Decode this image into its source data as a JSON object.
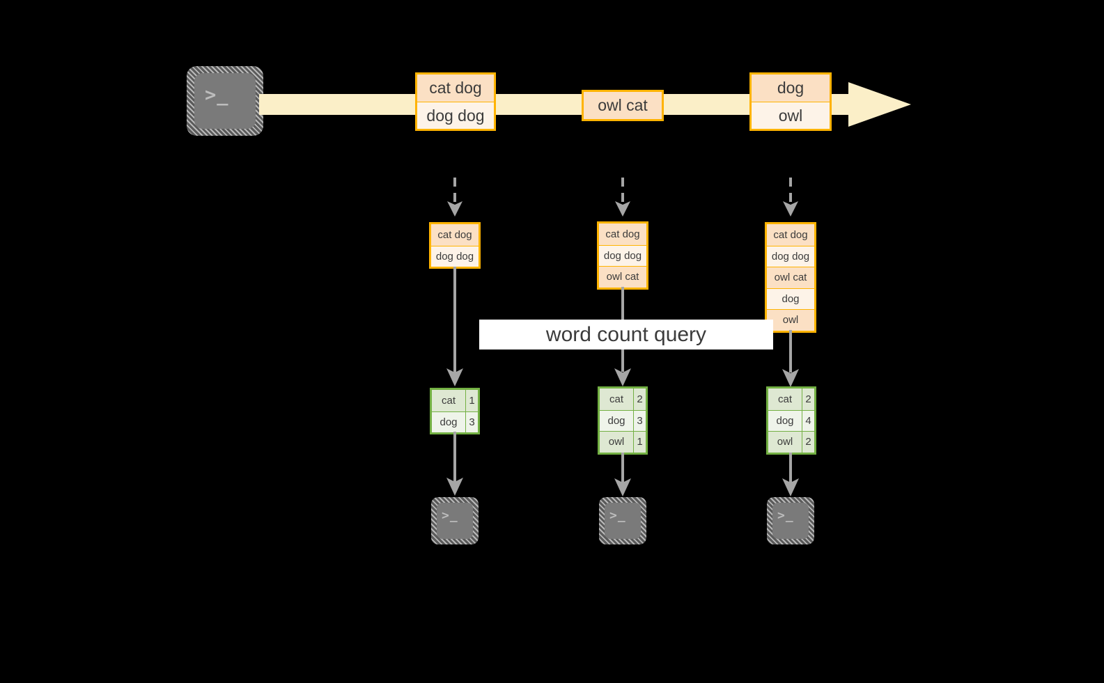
{
  "diagram": {
    "title_banner": "word count query",
    "colors": {
      "stream_arrow_fill": "#FBEFC8",
      "box_border_orange": "#FFB300",
      "box_fill_peach": "#FBE0C4",
      "box_fill_cream": "#FDF3E8",
      "table_border_green": "#73B043",
      "table_fill_dark": "#DEE8D2",
      "table_fill_light": "#EFF4EA",
      "connector_gray": "#A6A6A6",
      "terminal_body": "#7a7a7a",
      "banner_fill": "#FFFFFF",
      "background": "#000000"
    },
    "producer_terminal": {
      "icon": "terminal-icon",
      "glyph": ">_"
    },
    "stream": {
      "icon": "stream-arrow-icon",
      "batches": [
        {
          "lines": [
            "cat dog",
            "dog dog"
          ]
        },
        {
          "lines": [
            "owl cat"
          ]
        },
        {
          "lines": [
            "dog",
            "owl"
          ]
        }
      ]
    },
    "snapshots": [
      {
        "id": "snapshot-1",
        "arrow_in": "dashed-arrow-icon",
        "input_lines": [
          "cat dog",
          "dog dog"
        ],
        "arrow_mid": "solid-arrow-icon",
        "result_header": null,
        "result_rows": [
          {
            "word": "cat",
            "count": "1"
          },
          {
            "word": "dog",
            "count": "3"
          }
        ],
        "arrow_out": "solid-arrow-icon",
        "consumer_terminal": {
          "icon": "terminal-icon",
          "glyph": ">_"
        }
      },
      {
        "id": "snapshot-2",
        "arrow_in": "dashed-arrow-icon",
        "input_lines": [
          "cat dog",
          "dog dog",
          "owl cat"
        ],
        "arrow_mid": "solid-arrow-icon",
        "result_header": null,
        "result_rows": [
          {
            "word": "cat",
            "count": "2"
          },
          {
            "word": "dog",
            "count": "3"
          },
          {
            "word": "owl",
            "count": "1"
          }
        ],
        "arrow_out": "solid-arrow-icon",
        "consumer_terminal": {
          "icon": "terminal-icon",
          "glyph": ">_"
        }
      },
      {
        "id": "snapshot-3",
        "arrow_in": "dashed-arrow-icon",
        "input_lines": [
          "cat dog",
          "dog dog",
          "owl cat",
          "dog",
          "owl"
        ],
        "arrow_mid": "solid-arrow-icon",
        "result_header": null,
        "result_rows": [
          {
            "word": "cat",
            "count": "2"
          },
          {
            "word": "dog",
            "count": "4"
          },
          {
            "word": "owl",
            "count": "2"
          }
        ],
        "arrow_out": "solid-arrow-icon",
        "consumer_terminal": {
          "icon": "terminal-icon",
          "glyph": ">_"
        }
      }
    ]
  }
}
